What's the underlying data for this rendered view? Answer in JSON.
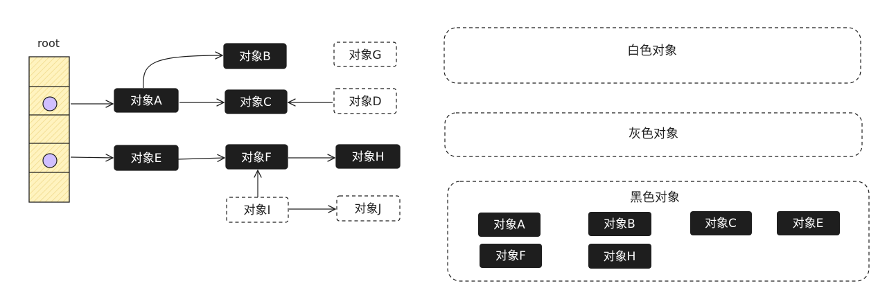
{
  "root_label": "root",
  "nodes": {
    "a": {
      "label": "对象A",
      "state": "black"
    },
    "b": {
      "label": "对象B",
      "state": "black"
    },
    "c": {
      "label": "对象C",
      "state": "black"
    },
    "d": {
      "label": "对象D",
      "state": "white"
    },
    "e": {
      "label": "对象E",
      "state": "black"
    },
    "f": {
      "label": "对象F",
      "state": "black"
    },
    "g": {
      "label": "对象G",
      "state": "white"
    },
    "h": {
      "label": "对象H",
      "state": "black"
    },
    "i": {
      "label": "对象I",
      "state": "white"
    },
    "j": {
      "label": "对象J",
      "state": "white"
    }
  },
  "edges": [
    [
      "root1",
      "a"
    ],
    [
      "a",
      "b"
    ],
    [
      "a",
      "c"
    ],
    [
      "d",
      "c"
    ],
    [
      "root2",
      "e"
    ],
    [
      "e",
      "f"
    ],
    [
      "f",
      "h"
    ],
    [
      "i",
      "f"
    ],
    [
      "i",
      "j"
    ]
  ],
  "groups": {
    "white": {
      "title": "白色对象",
      "items": []
    },
    "gray": {
      "title": "灰色对象",
      "items": []
    },
    "black": {
      "title": "黑色对象",
      "items": [
        "对象A",
        "对象B",
        "对象C",
        "对象E",
        "对象F",
        "对象H"
      ]
    }
  },
  "colors": {
    "black_fill": "#1e1e1e",
    "node_text_on_black": "#ffffff",
    "stroke": "#1e1e1e",
    "root_fill": "#fff3bf",
    "root_dot": "#d0bfff"
  }
}
